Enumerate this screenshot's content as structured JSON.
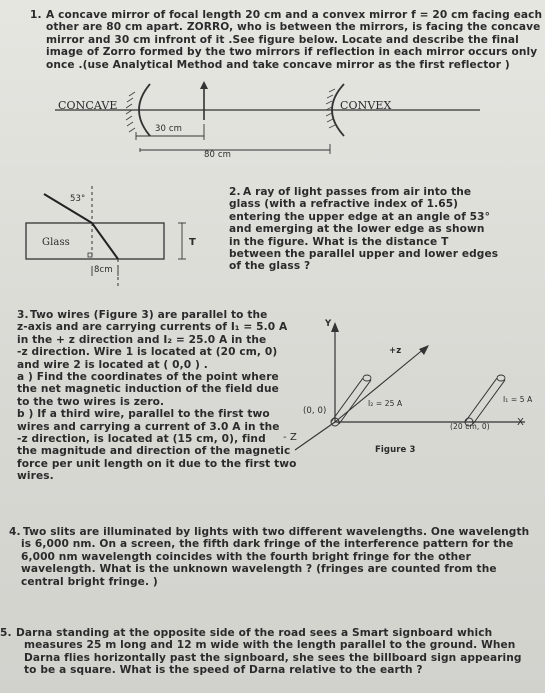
{
  "q1": {
    "number": "1.",
    "lines": [
      "A concave mirror of focal length 20 cm and a convex mirror  f = 20 cm  facing each",
      "other are 80 cm apart. ZORRO, who is between the mirrors, is facing the concave",
      "mirror and 30 cm infront of it .See figure below.  Locate and describe the final",
      "image of Zorro formed by the two mirrors if reflection in each mirror occurs only",
      "once .(use Analytical Method and take concave mirror as the first reflector )"
    ],
    "fig": {
      "concave": "CONCAVE",
      "convex": "CONVEX",
      "d30": "30 cm",
      "d80": "80 cm"
    }
  },
  "q2": {
    "number": "2.",
    "lines": [
      "A ray of light passes from air into the",
      "glass (with a   refractive index of 1.65)",
      "entering the upper edge at an angle of 53°",
      "and emerging at the lower edge as shown",
      "in  the  figure.  What  is  the  distance  T",
      "between the parallel upper and lower edges",
      "of the glass ?"
    ],
    "fig": {
      "angle": "53°",
      "glass": "Glass",
      "t": "T",
      "d8": "8cm"
    }
  },
  "q3": {
    "number": "3.",
    "lines": [
      "Two wires (Figure 3) are parallel to the",
      "z-axis and are carrying currents of I₁ = 5.0 A",
      "in the + z direction and I₂ = 25.0 A in the",
      "-z direction. Wire 1 is located at (20 cm, 0)",
      "and wire 2 is located at ( 0,0 ) .",
      "a ) Find the coordinates of the point where",
      "the net magnetic induction of the field due",
      "to the two wires is zero.",
      "b ) If a third wire, parallel to the first two",
      "wires and carrying a current of  3.0 A in the",
      "-z direction,  is located at  (15 cm, 0), find",
      "the magnitude and direction of the magnetic",
      "force per unit length on it due to the first two",
      "wires."
    ],
    "fig": {
      "y": "Y",
      "z_pos": "+z",
      "z_neg": "- Z",
      "x": "X",
      "origin": "(0, 0)",
      "i2": "I₂ = 25 A",
      "i1": "I₁ = 5 A",
      "pos20": "(20 cm, 0)",
      "caption": "Figure 3"
    }
  },
  "q4": {
    "number": "4.",
    "lines": [
      "Two slits are illuminated by lights with two different wavelengths. One wavelength",
      "is 6,000 nm. On a screen, the fifth dark fringe of the interference pattern for the",
      "6,000 nm wavelength coincides with the fourth bright fringe for the other",
      "wavelength. What is the unknown wavelength ? (fringes are counted from the",
      "central bright fringe. )"
    ]
  },
  "q5": {
    "number": "5.",
    "lines": [
      "Darna standing at the opposite side of the road sees a Smart signboard which",
      "measures 25 m long and 12 m wide with the length parallel to the ground. When",
      "Darna flies horizontally past the signboard, she sees the billboard sign appearing",
      "to be a square. What is the speed of Darna relative to the earth ?"
    ]
  }
}
